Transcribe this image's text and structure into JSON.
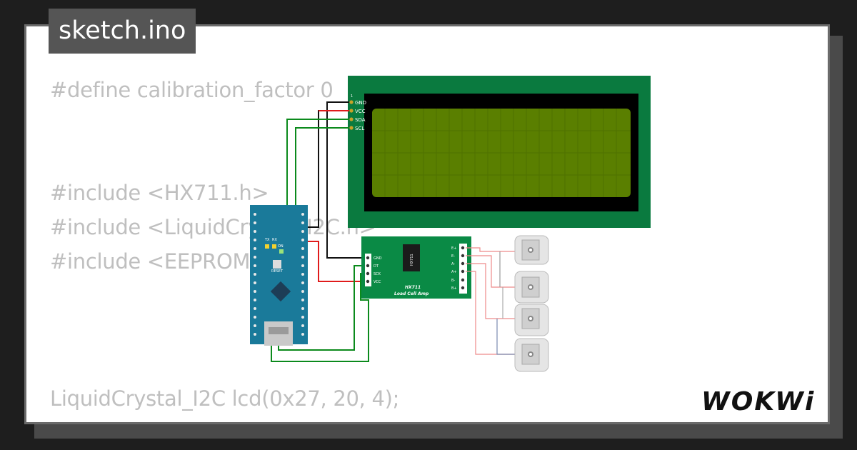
{
  "file_tab": {
    "label": "sketch.ino"
  },
  "code": [
    "#define calibration_factor  0",
    "#include <HX711.h>",
    "#include <LiquidCrystal_I2C.h>",
    "#include <EEPROM.h>",
    "LiquidCrystal_I2C lcd(0x27, 20, 4);"
  ],
  "lcd": {
    "pins": [
      "GND",
      "VCC",
      "SDA",
      "SCL"
    ],
    "pin_one": "1",
    "bezel_color": "#0a7a3f",
    "screen_color": "#5a7f00"
  },
  "hx711": {
    "left_pins": [
      "GND",
      "DT",
      "SCK",
      "VCC"
    ],
    "right_pins": [
      "E+",
      "E-",
      "A-",
      "A+",
      "B-",
      "B+"
    ],
    "chip_label": "HX711",
    "board_label": "HX711",
    "board_sublabel": "Load Cell Amp",
    "board_color": "#0a8a45"
  },
  "arduino": {
    "color": "#1a7a9a",
    "labels": {
      "tx": "TX",
      "rx": "RX",
      "on": "ON",
      "reset": "RESET"
    }
  },
  "wires": {
    "black": "#111111",
    "red": "#e01b1b",
    "green": "#0b8a1c",
    "load": "#ee8a8a"
  },
  "logo": {
    "text": "WOKWi"
  }
}
